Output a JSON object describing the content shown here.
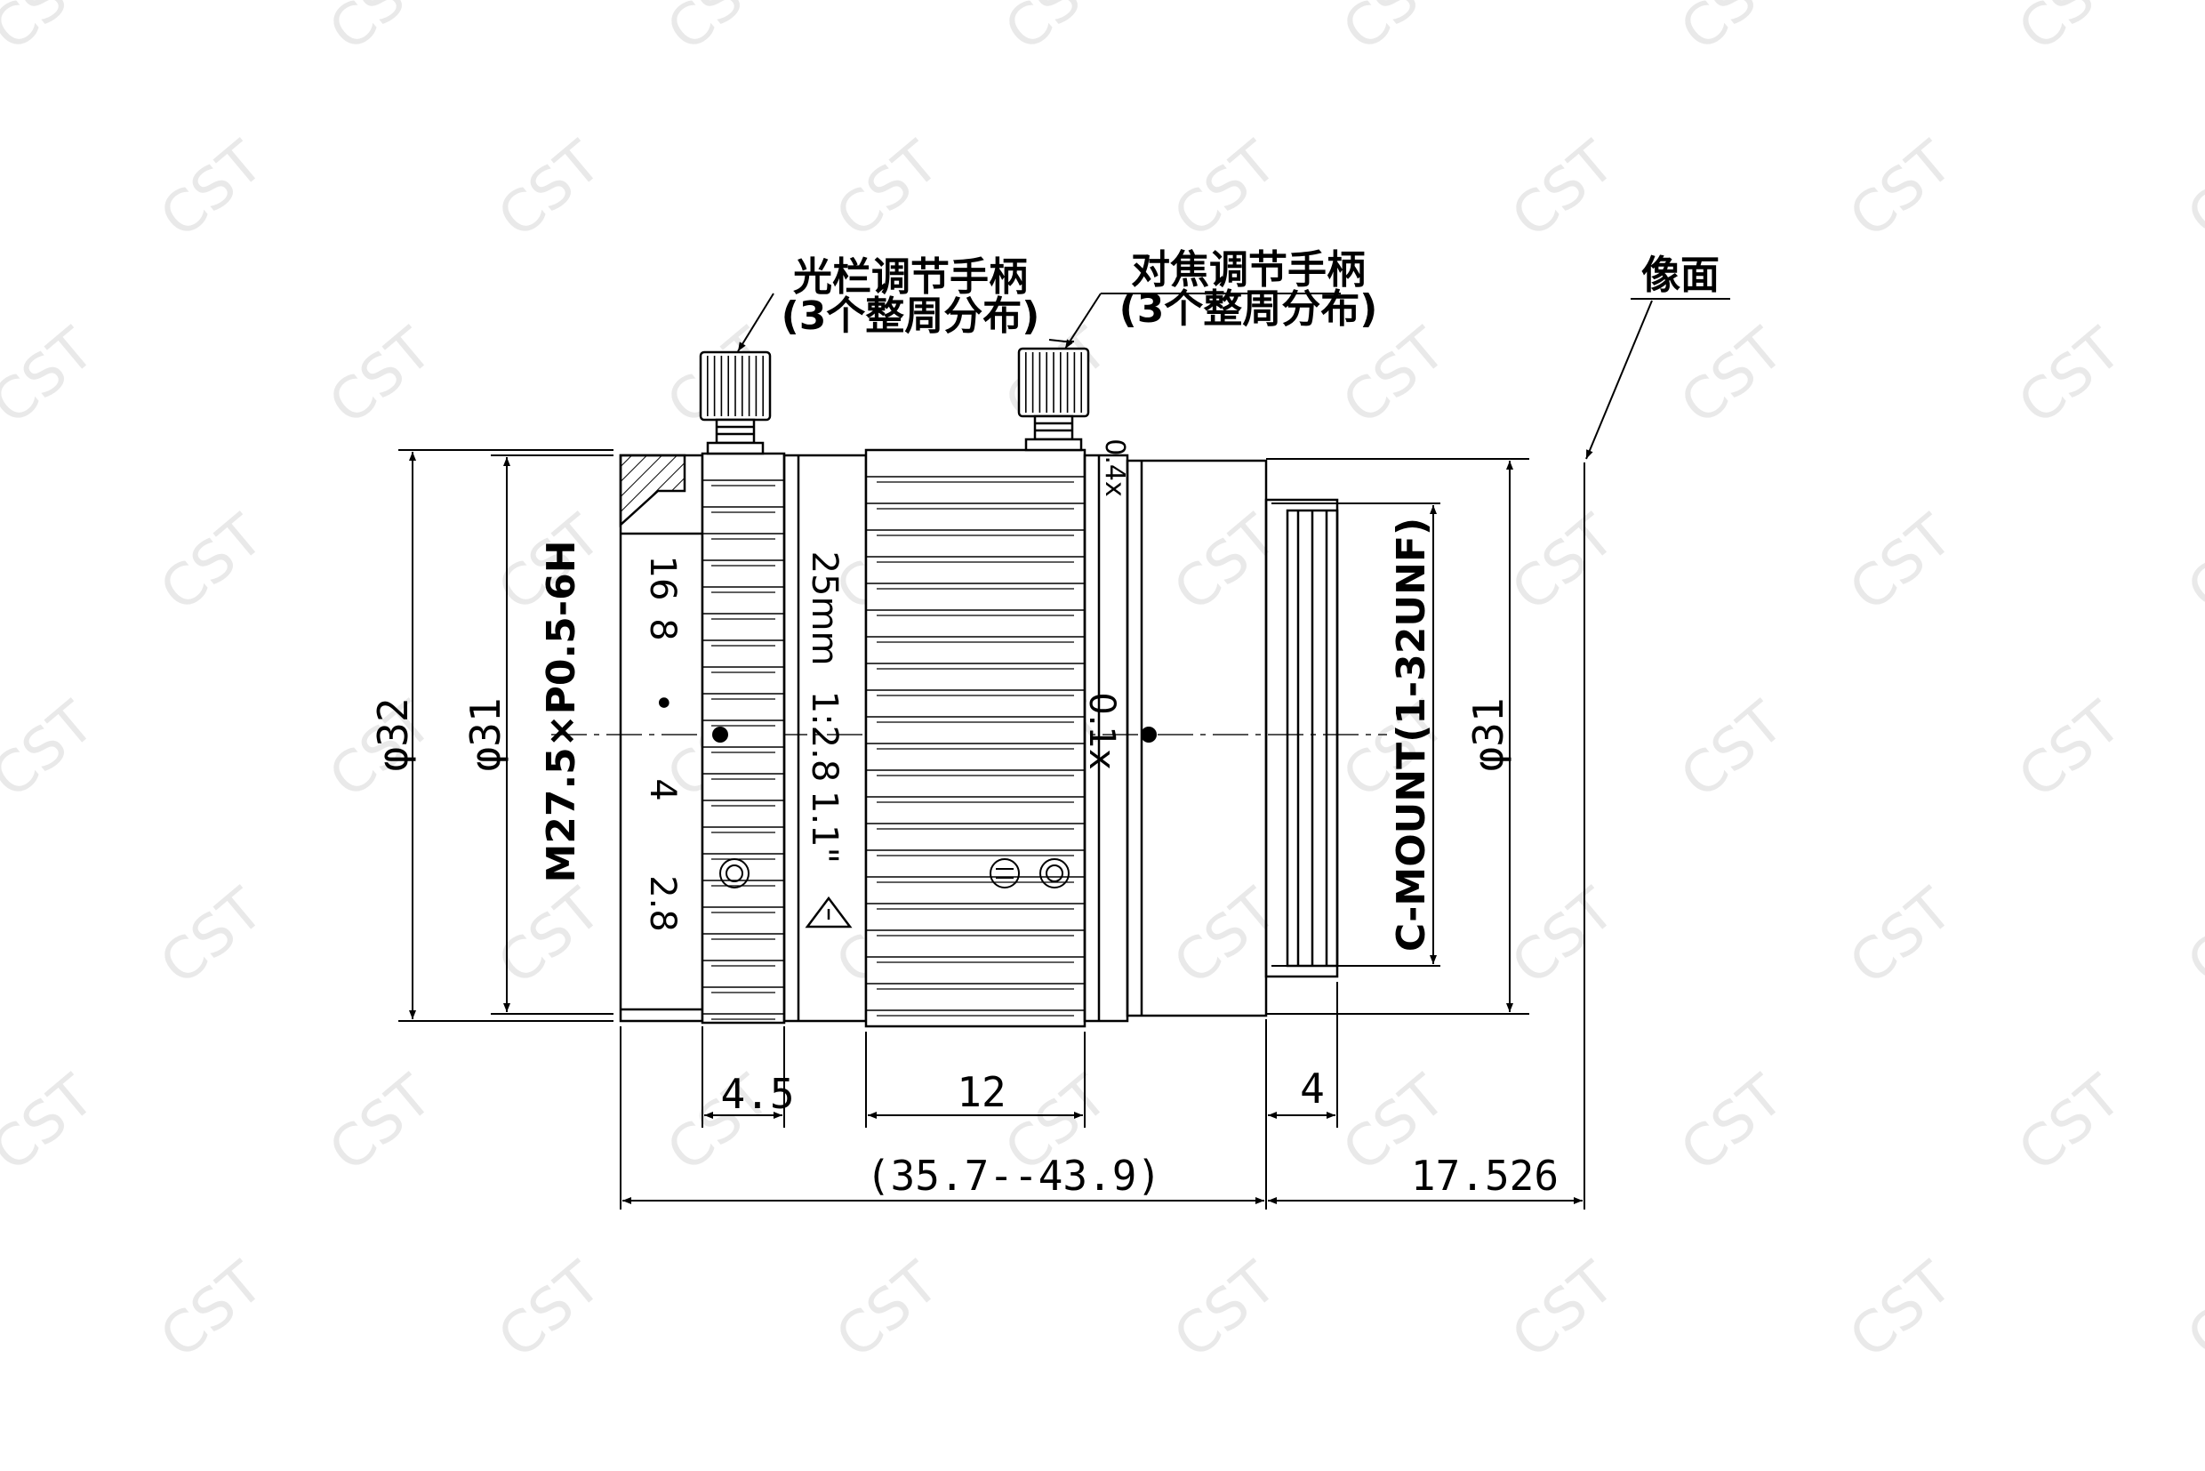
{
  "watermark": "CST",
  "callouts": {
    "aperture_handle": {
      "line1": "光栏调节手柄",
      "line2": "(3个整周分布)"
    },
    "focus_handle": {
      "line1": "对焦调节手柄",
      "line2": "(3个整周分布)"
    },
    "image_plane": "像面"
  },
  "dimensions": {
    "dia_outer": "φ32",
    "dia_front": "φ31",
    "dia_rear": "φ31",
    "filter_thread": "M27.5×P0.5-6H",
    "mount": "C-MOUNT(1-32UNF)",
    "aperture_ring_width": "4.5",
    "focus_ring_width": "12",
    "mount_depth": "4",
    "total_length": "(35.7--43.9)",
    "back_focus": "17.526"
  },
  "engraving": {
    "f_stops": [
      "16",
      "8",
      "•",
      "4",
      "2.8"
    ],
    "focal_length": "25mm",
    "aperture": "1:2.8",
    "format": "1.1\"",
    "focus_marks": [
      "0.4x",
      "0.1x"
    ]
  },
  "colors": {
    "line": "#000000",
    "centerline": "#555555",
    "watermark": "#e9e9e9"
  }
}
